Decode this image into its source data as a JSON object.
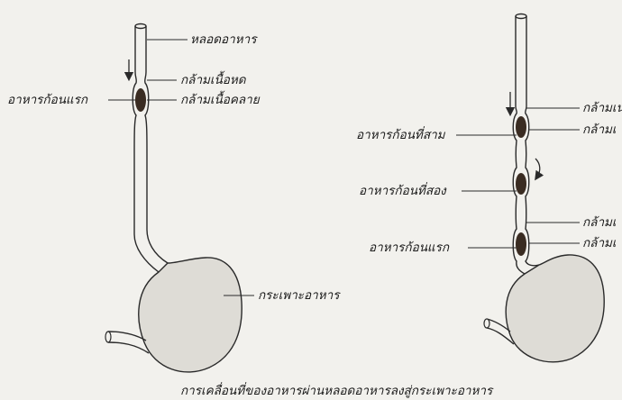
{
  "figure": {
    "colors": {
      "ink": "#2a2a2a",
      "stomach_fill": "#dedcd6",
      "bolus": "#3a2c22",
      "background": "#f2f1ed"
    },
    "left": {
      "esophagus": "หลอดอาหาร",
      "contracted_muscle": "กล้ามเนื้อหด",
      "first_bolus": "อาหารก้อนแรก",
      "relaxed_muscle": "กล้ามเนื้อคลาย",
      "stomach": "กระเพาะอาหาร"
    },
    "right": {
      "third_bolus": "อาหารก้อนที่สาม",
      "second_bolus": "อาหารก้อนที่สอง",
      "first_bolus": "อาหารก้อนแรก",
      "muscle_1": "กล้ามเน",
      "muscle_2": "กล้ามเ",
      "muscle_3": "กล้ามเ",
      "muscle_4": "กล้ามเ"
    },
    "caption": "การเคลื่อนที่ของอาหารผ่านหลอดอาหารลงสู่กระเพาะอาหาร"
  }
}
